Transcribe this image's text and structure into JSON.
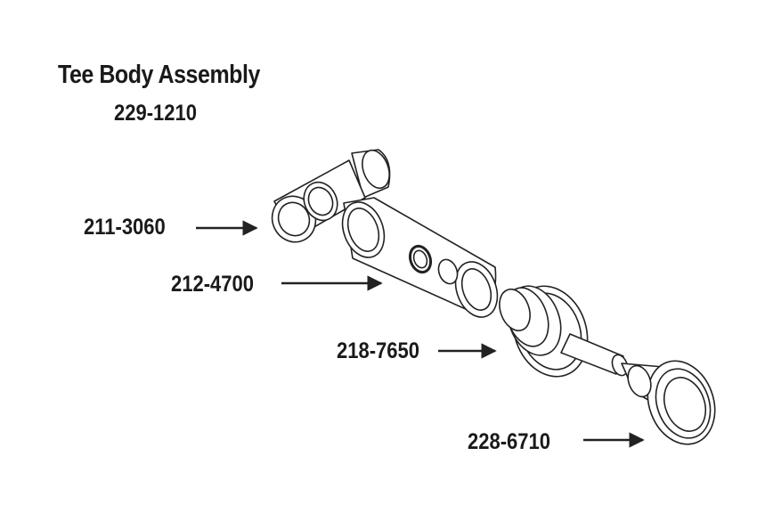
{
  "diagram": {
    "title": "Tee Body Assembly",
    "assembly_part_number": "229-1210",
    "callouts": [
      {
        "label": "211-3060"
      },
      {
        "label": "212-4700"
      },
      {
        "label": "218-7650"
      },
      {
        "label": "228-6710"
      }
    ]
  },
  "colors": {
    "line": "#222222",
    "background": "#ffffff"
  }
}
